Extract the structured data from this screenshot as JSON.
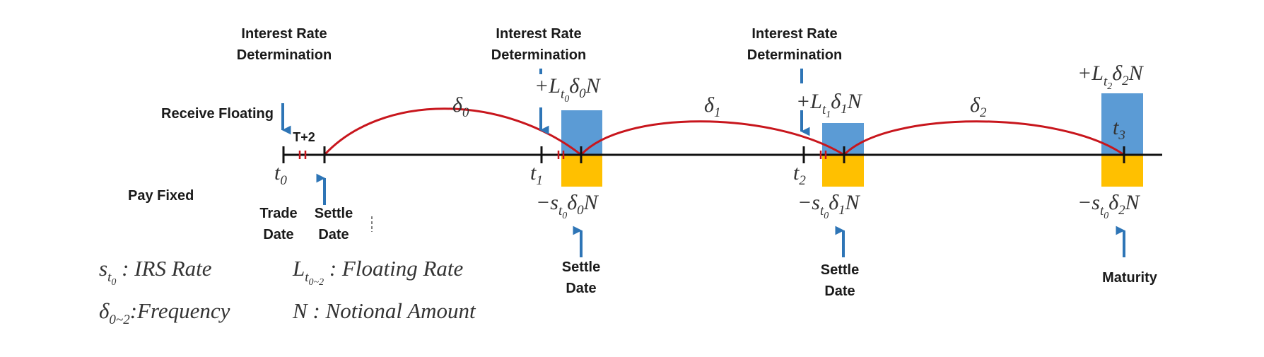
{
  "colors": {
    "axis": "#111111",
    "curve": "#c8161d",
    "arrow": "#2e75b6",
    "receive_bar": "#5b9bd5",
    "pay_bar": "#ffc000",
    "text": "#1a1a1a"
  },
  "left_labels": {
    "receive": "Receive Floating",
    "pay": "Pay Fixed"
  },
  "determination": [
    {
      "line1": "Interest Rate",
      "line2": "Determination"
    },
    {
      "line1": "Interest Rate",
      "line2": "Determination"
    },
    {
      "line1": "Interest Rate",
      "line2": "Determination"
    }
  ],
  "settlement_lag": "T+2",
  "times": [
    {
      "base": "t",
      "sub": "0"
    },
    {
      "base": "t",
      "sub": "1"
    },
    {
      "base": "t",
      "sub": "2"
    },
    {
      "base": "t",
      "sub": "3"
    }
  ],
  "periods": [
    {
      "base": "δ",
      "sub": "0"
    },
    {
      "base": "δ",
      "sub": "1"
    },
    {
      "base": "δ",
      "sub": "2"
    }
  ],
  "receive_flows": [
    {
      "sign": "+",
      "L": "L",
      "Lsub": "t",
      "Lsubsub": "0",
      "d": "δ",
      "dsub": "0",
      "N": "N"
    },
    {
      "sign": "+",
      "L": "L",
      "Lsub": "t",
      "Lsubsub": "1",
      "d": "δ",
      "dsub": "1",
      "N": "N"
    },
    {
      "sign": "+",
      "L": "L",
      "Lsub": "t",
      "Lsubsub": "2",
      "d": "δ",
      "dsub": "2",
      "N": "N"
    }
  ],
  "pay_flows": [
    {
      "sign": "−",
      "s": "s",
      "ssub": "t",
      "ssubsub": "0",
      "d": "δ",
      "dsub": "0",
      "N": "N"
    },
    {
      "sign": "−",
      "s": "s",
      "ssub": "t",
      "ssubsub": "0",
      "d": "δ",
      "dsub": "1",
      "N": "N"
    },
    {
      "sign": "−",
      "s": "s",
      "ssub": "t",
      "ssubsub": "0",
      "d": "δ",
      "dsub": "2",
      "N": "N"
    }
  ],
  "bottom_labels": {
    "trade": {
      "line1": "Trade",
      "line2": "Date"
    },
    "settle0": {
      "line1": "Settle",
      "line2": "Date"
    },
    "settle1": {
      "line1": "Settle",
      "line2": "Date"
    },
    "settle2": {
      "line1": "Settle",
      "line2": "Date"
    },
    "maturity": "Maturity"
  },
  "legend": {
    "irs_sym": "s",
    "irs_sub": "t",
    "irs_subsub": "0",
    "irs_text": " : IRS Rate",
    "float_sym": "L",
    "float_sub": "t",
    "float_subsub": "0~2",
    "float_text": " : Floating Rate",
    "freq_sym": "δ",
    "freq_sub": "0~2",
    "freq_text": ":Frequency",
    "notional_sym": "N",
    "notional_text": " : Notional Amount"
  }
}
